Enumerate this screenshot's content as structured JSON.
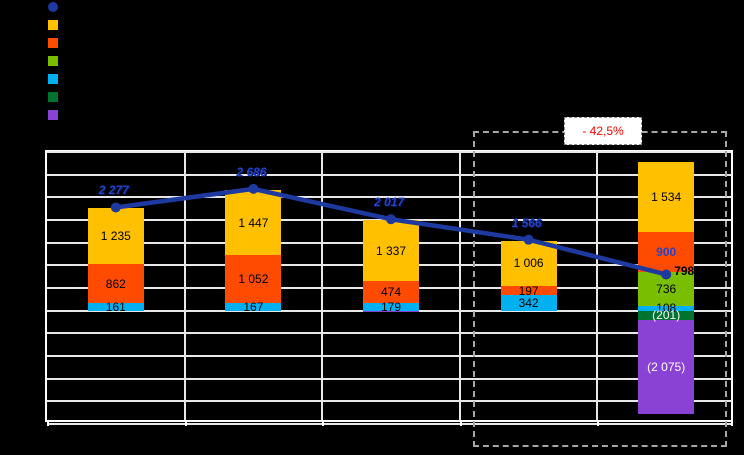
{
  "colors": {
    "background": "#000000",
    "grid": "#E8E8E8",
    "frame": "#FFFFFF",
    "line_series": "#1E3AA0",
    "line_label_blue": "#2443C8",
    "yellow": "#FFC000",
    "red": "#FF4B00",
    "green": "#79BE00",
    "cyan": "#00B0F0",
    "dark_green": "#00732E",
    "purple": "#8A42D4",
    "annotation_text": "#FF0000",
    "dashed_box_border": "#A6A6A6",
    "negative_label": "#FFFFFF",
    "bar_label": "#000000"
  },
  "legend": {
    "items": [
      {
        "name": "line-series",
        "shape": "circle",
        "color": "#1E3AA0"
      },
      {
        "name": "series-yellow",
        "shape": "square",
        "color": "#FFC000"
      },
      {
        "name": "series-red",
        "shape": "square",
        "color": "#FF4B00"
      },
      {
        "name": "series-green",
        "shape": "square",
        "color": "#79BE00"
      },
      {
        "name": "series-cyan",
        "shape": "square",
        "color": "#00B0F0"
      },
      {
        "name": "series-dark-green",
        "shape": "square",
        "color": "#00732E"
      },
      {
        "name": "series-purple",
        "shape": "square",
        "color": "#8A42D4"
      }
    ],
    "labels_visible": false
  },
  "chart_data": {
    "type": "bar",
    "subtype": "stacked-columns-with-total-line",
    "n_categories": 5,
    "ylim": [
      -2500,
      3500
    ],
    "y_step": 500,
    "grid": true,
    "bars": [
      {
        "segments": [
          {
            "series": "yellow",
            "value": 1235,
            "label": "1 235",
            "label_color": "black"
          },
          {
            "series": "red",
            "value": 862,
            "label": "862",
            "label_color": "black"
          },
          {
            "series": "cyan",
            "value": 161,
            "label": "161",
            "label_color": "black"
          }
        ]
      },
      {
        "segments": [
          {
            "series": "yellow",
            "value": 1447,
            "label": "1 447",
            "label_color": "black"
          },
          {
            "series": "red",
            "value": 1052,
            "label": "1 052",
            "label_color": "black"
          },
          {
            "series": "cyan",
            "value": 167,
            "label": "167",
            "label_color": "black"
          }
        ]
      },
      {
        "segments": [
          {
            "series": "yellow",
            "value": 1337,
            "label": "1 337",
            "label_color": "black"
          },
          {
            "series": "red",
            "value": 474,
            "label": "474",
            "label_color": "black"
          },
          {
            "series": "cyan",
            "value": 179,
            "label": "179",
            "label_color": "black"
          },
          {
            "series": "purple",
            "value": -35,
            "label": "",
            "label_color": "white"
          }
        ]
      },
      {
        "segments": [
          {
            "series": "yellow",
            "value": 1006,
            "label": "1 006",
            "label_color": "black"
          },
          {
            "series": "red",
            "value": 197,
            "label": "197",
            "label_color": "black"
          },
          {
            "series": "cyan",
            "value": 342,
            "label": "342",
            "label_color": "black"
          }
        ]
      },
      {
        "segments": [
          {
            "series": "yellow",
            "value": 1534,
            "label": "1 534",
            "label_color": "black"
          },
          {
            "series": "red",
            "value": 900,
            "label": "900",
            "label_color": "blue"
          },
          {
            "series": "green",
            "value": 736,
            "label": "736",
            "label_color": "black"
          },
          {
            "series": "cyan",
            "value": 108,
            "label": "108",
            "label_color": "black"
          },
          {
            "series": "dark_green",
            "value": -201,
            "label": "(201)",
            "label_color": "white"
          },
          {
            "series": "purple",
            "value": -2075,
            "label": "(2 075)",
            "label_color": "white"
          }
        ]
      }
    ],
    "line": {
      "values": [
        2277,
        2686,
        2017,
        1566,
        798
      ],
      "labels": [
        "2 277",
        "2 686",
        "2 017",
        "1 566",
        "798"
      ]
    },
    "annotation": {
      "text": "- 42,5%"
    }
  }
}
